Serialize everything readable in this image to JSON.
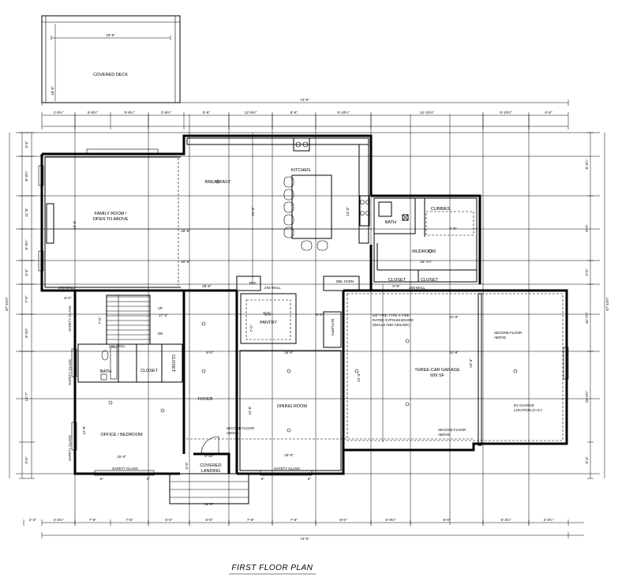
{
  "title": "FIRST FLOOR PLAN",
  "rooms": {
    "covered_deck": "COVERED DECK",
    "family_room_1": "FAMILY ROOM /",
    "family_room_2": "OPEN TO ABOVE",
    "breakfast": "BREAKFAST",
    "kitchen": "KITCHEN",
    "bath_upper": "BATH",
    "cubbies": "CUBBIES",
    "mudroom": "MUDROOM",
    "closet_mud_1": "CLOSET",
    "closet_mud_2": "CLOSET",
    "pantry": "PANTRY",
    "foyer": "FOYER",
    "bath_lower": "BATH",
    "closet_lower_1": "CLOSET",
    "closet_lower_2": "CLOSET",
    "office": "OFFICE / BEDROOM",
    "dining": "DINING ROOM",
    "garage_1": "THREE-CAR GARAGE",
    "garage_2": "699 SF",
    "covered_landing_1": "COVERED",
    "covered_landing_2": "LANDING"
  },
  "labels": {
    "ref": "REF.",
    "dbl_oven": "DBL OVEN",
    "butlers": "BUTLER'S",
    "up": "UP",
    "dn": "DN",
    "safety_glass": "SAFETY GLASS",
    "safety_glass_2": "SAFETY GLASS",
    "safety_glass_3": "SAFETY GLASS",
    "safety_glass_4": "SAFETY GLASS",
    "safety_glass_5": "SAFETY GLASS",
    "second_floor_above": "SECOND FLOOR",
    "above": "ABOVE",
    "second_floor_garage": "SECOND FLOOR",
    "second_floor_garage_2": "ABOVE",
    "second_floor_bottom": "SECOND FLOOR",
    "second_floor_bottom_2": "ABOVE",
    "fire_1": "5/8\" FIRE TYPE X FIRE",
    "fire_2": "RATED GYPSUM BOARD",
    "fire_3": "(WALLS AND CEILING)",
    "ev_1": "EV CHARGE",
    "ev_2": "LOCATION (V.I.F.)",
    "wall_2x6": "2X6 WALL"
  },
  "dims": {
    "deck_width": "19'-6\"",
    "deck_depth": "16'-0\"",
    "overall_top": "74'-0\"",
    "overall_bottom": "74'-0\"",
    "top_row": [
      "4'-5½\"",
      "5'-8½\"",
      "5'-8½\"",
      "3'-8½\"",
      "5'-6\"",
      "12'-8½\"",
      "8'-6\"",
      "9'-10½\"",
      "14'-10½\"",
      "5'-10½\"",
      "6'-6\""
    ],
    "bottom_row": [
      "2'-3\"",
      "4'-3½\"",
      "7'-6\"",
      "7'-6\"",
      "6'-0\"",
      "6'-0\"",
      "7'-6\"",
      "7'-6\"",
      "8'-0\"",
      "6'-9½\"",
      "8'-0\"",
      "6'-3½\"",
      "4'-3½\""
    ],
    "overall_left": "47'-10½\"",
    "overall_right": "47'-10½\"",
    "left_col": [
      "3'-6\"",
      "6'-3½\"",
      "11'-8\"",
      "6'-3½\"",
      "3'-6\"",
      "7'-0\"",
      "9'-3½\"",
      "14'-7\"",
      "4'-0\""
    ],
    "right_col": [
      "8'-3½\"",
      "8'-0\"",
      "4'-0\"",
      "15'-7½\"",
      "15'-0½\"",
      "3'-3\""
    ],
    "horiz_46": "46'-6\"",
    "horiz_46b": "46'-6\"",
    "horiz_46c": "48'-6\"",
    "family_depth": "19'-8\"",
    "kitchen_depth": "22'-3\"",
    "kitchen_h": "14'-3\"",
    "garage_w": "31'-9\"",
    "garage_w2": "31'-9\"",
    "garage_d": "22'-3\"",
    "garage_d2": "24'-3\"",
    "mud_w": "15'-1½\"",
    "bath_w": "7'-8\"",
    "closet_w": "6'-9\"",
    "pantry_w": "6'-0\"",
    "pantry_d": "7'-0\"",
    "butler_w": "6'-6\"",
    "dining_w": "15'-0\"",
    "dining_w2": "15'-0\"",
    "dining_d": "12'-8\"",
    "office_w": "15'-0\"",
    "office_d": "12'-8\"",
    "foyer_w": "8'-0\"",
    "stair_w": "6'-0\"",
    "stair_d": "27'-3\"",
    "landing_w": "11'-0\"",
    "landing_sm": "8'-10\"",
    "landing_d": "3'-0\"",
    "safety_sub": "6\"",
    "dim_8": "8'-0\"",
    "dim_7": "7'-0\""
  }
}
